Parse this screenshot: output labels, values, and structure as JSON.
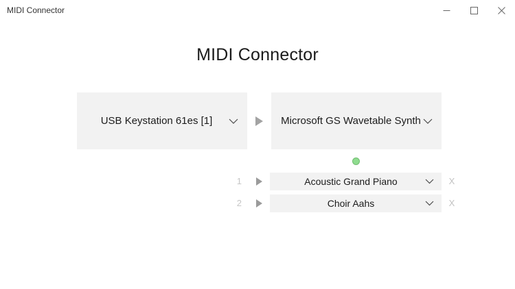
{
  "window": {
    "title": "MIDI Connector",
    "controls": {
      "minimize_icon": "–",
      "maximize_icon": "□",
      "close_icon": "✕"
    }
  },
  "header": {
    "title": "MIDI Connector"
  },
  "connection": {
    "input_device": {
      "selected": "USB Keystation 61es [1]",
      "chevron_icon": "⌄"
    },
    "output_device": {
      "selected": "Microsoft GS Wavetable Synth",
      "chevron_icon": "⌄"
    },
    "flow_arrow_icon": "▶",
    "status_color": "#8fdc8f",
    "status_border_color": "#72bd72"
  },
  "channels": [
    {
      "number": "1",
      "play_icon": "▶",
      "instrument": "Acoustic Grand Piano",
      "chevron_icon": "⌄",
      "remove_label": "X"
    },
    {
      "number": "2",
      "play_icon": "▶",
      "instrument": "Choir Aahs",
      "chevron_icon": "⌄",
      "remove_label": "X"
    }
  ]
}
